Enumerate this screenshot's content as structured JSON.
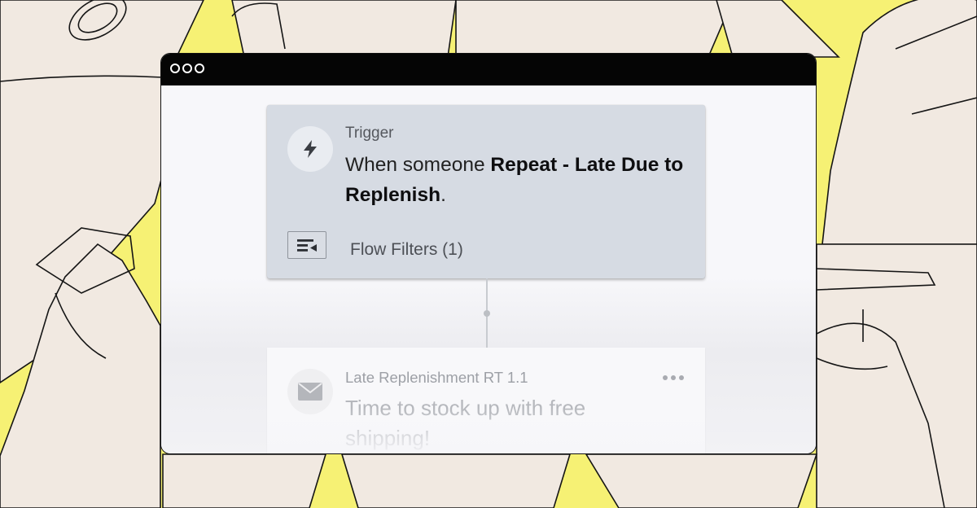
{
  "trigger": {
    "label": "Trigger",
    "text_prefix": "When someone ",
    "text_bold": "Repeat - Late Due to Replenish",
    "text_suffix": ".",
    "filters_label": "Flow Filters (1)"
  },
  "email": {
    "title": "Late Replenishment RT 1.1",
    "subject": "Time to stock up with free shipping!"
  },
  "colors": {
    "background_yellow": "#f6f174",
    "illustration_fill": "#f1e9e1",
    "titlebar": "#050505",
    "trigger_card": "#d6dbe3"
  },
  "icons": {
    "window_controls": "three-circle-dots",
    "trigger": "lightning-bolt-icon",
    "filters": "filter-list-icon",
    "email": "envelope-icon",
    "more": "ellipsis-icon"
  }
}
